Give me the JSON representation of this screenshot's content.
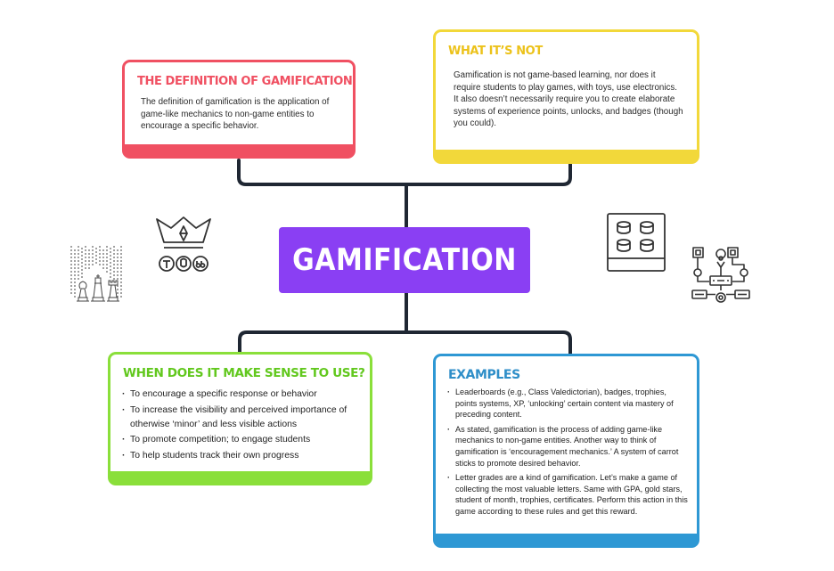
{
  "center": {
    "title": "GAMIFICATION",
    "color": "#8a3ff3"
  },
  "definition": {
    "title": "THE DEFINITION OF GAMIFICATION",
    "body": "The definition of gamification is the application of game-like mechanics to non-game entities to encourage a specific behavior.",
    "color": "#f05062"
  },
  "whats_not": {
    "title": "WHAT IT’S NOT",
    "body": "Gamification is not game-based learning, nor does it require students to play games, with toys, use electronics. It also doesn’t necessarily require you to create elaborate systems of experience points, unlocks, and badges (though you could).",
    "color": "#f2d83a"
  },
  "when_to_use": {
    "title": "WHEN DOES IT MAKE SENSE TO USE?",
    "items": [
      "To encourage a specific response or behavior",
      "To increase the visibility and perceived importance of otherwise ‘minor’ and less visible actions",
      "To promote competition; to engage students",
      "To help students track their own progress"
    ],
    "color": "#8adf3a"
  },
  "examples": {
    "title": "EXAMPLES",
    "items": [
      "Leaderboards (e.g., Class Valedictorian), badges, trophies, points systems, XP, ‘unlocking’ certain content via mastery of preceding content.",
      "As stated, gamification is the process of adding game-like mechanics to non-game entities. Another way to think of gamification is ‘encouragement mechanics.’ A system of carrot sticks to promote desired behavior.",
      "Letter grades are a kind of gamification. Let’s make a game of collecting the most valuable letters. Same with GPA, gold stars, student of month, trophies, certificates. Perform this action in this game according to these rules and get this reward."
    ],
    "color": "#2e98d4"
  },
  "icons": [
    "chess-pieces-icon",
    "crown-icon",
    "lego-brick-icon",
    "network-icon"
  ],
  "line_color": "#1f2733"
}
